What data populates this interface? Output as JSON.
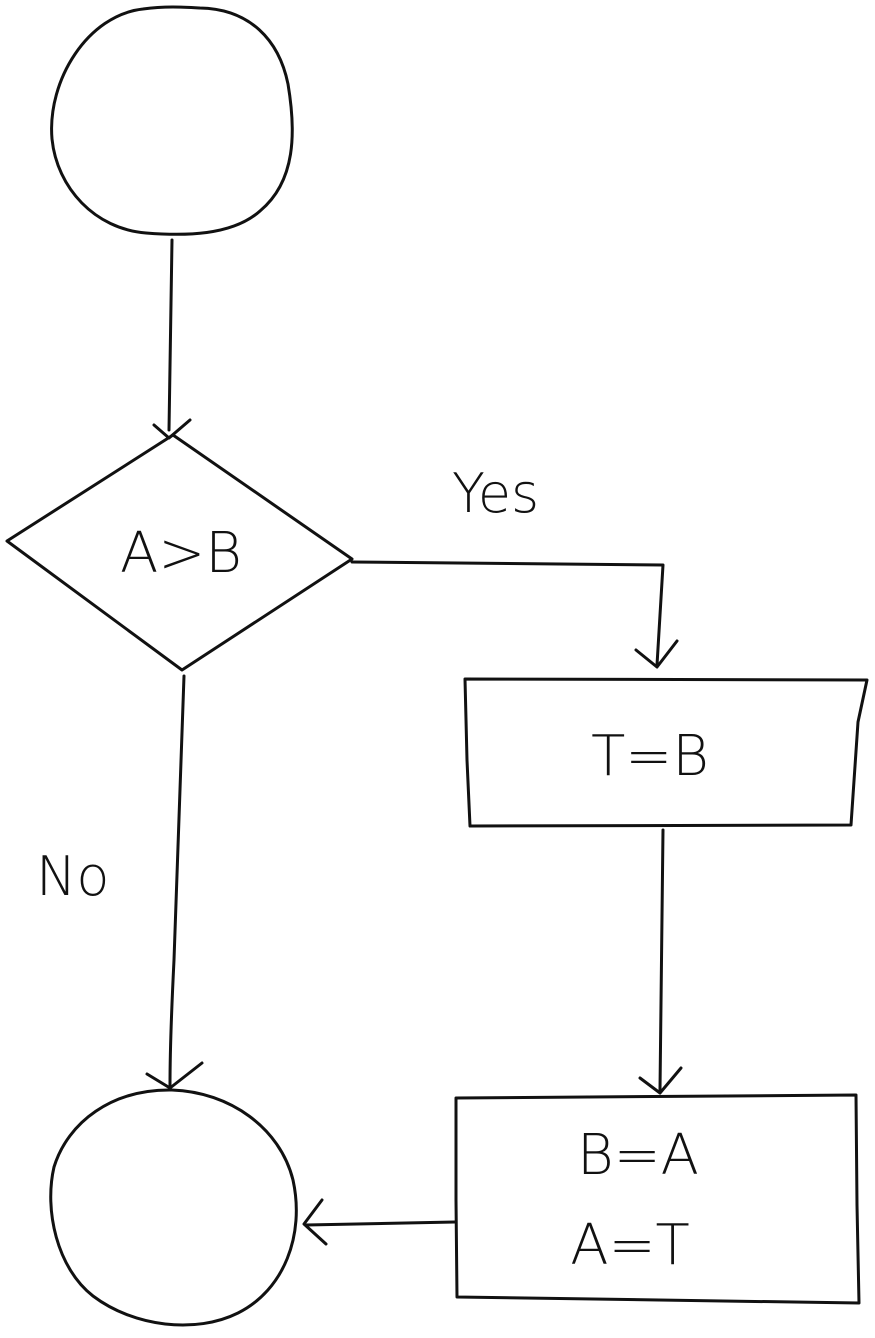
{
  "diagram": {
    "nodes": {
      "start": {
        "shape": "circle",
        "label": ""
      },
      "decision": {
        "shape": "diamond",
        "label": "A>B"
      },
      "step_tb": {
        "shape": "rect",
        "label": "T=B"
      },
      "step_swap": {
        "shape": "rect",
        "lines": [
          "B=A",
          "A=T"
        ]
      },
      "end": {
        "shape": "circle",
        "label": ""
      }
    },
    "edges": {
      "yes_label": "Yes",
      "no_label": "No"
    },
    "colors": {
      "ink": "#111111",
      "background": "#ffffff"
    }
  }
}
